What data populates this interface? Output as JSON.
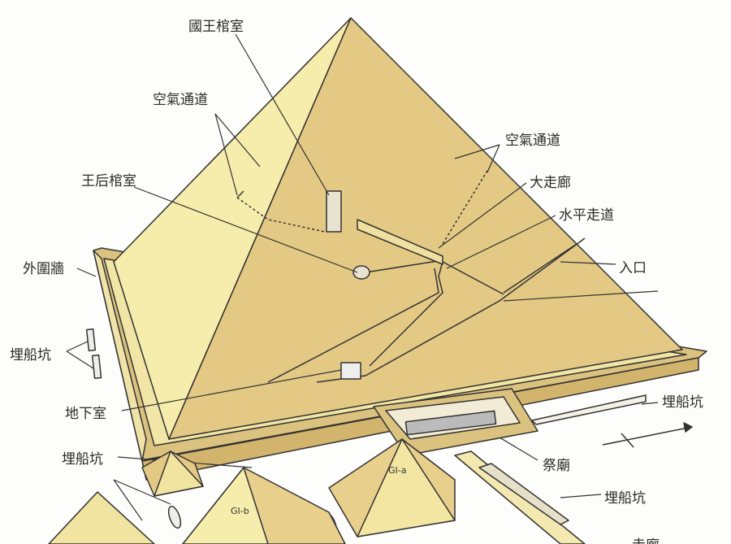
{
  "labels": {
    "kings_chamber": "國王棺室",
    "air_shaft_left": "空氣通道",
    "queens_chamber": "王后棺室",
    "enclosure_wall": "外圍牆",
    "boat_pit_left": "埋船坑",
    "subterranean_chamber": "地下室",
    "boat_pit_lower_left": "埋船坑",
    "air_shaft_right": "空氣通道",
    "grand_gallery": "大走廊",
    "horizontal_passage": "水平走道",
    "entrance": "入口",
    "boat_pit_right": "埋船坑",
    "mortuary_temple": "祭廟",
    "boat_pit_causeway": "埋船坑",
    "causeway": "走廊",
    "pyramid_gib": "GI-b",
    "pyramid_gia": "GI-a"
  },
  "colors": {
    "light_face": "#f3e7a0",
    "dark_face": "#e2c680",
    "wall": "#d9bd7a",
    "line": "#333333"
  }
}
